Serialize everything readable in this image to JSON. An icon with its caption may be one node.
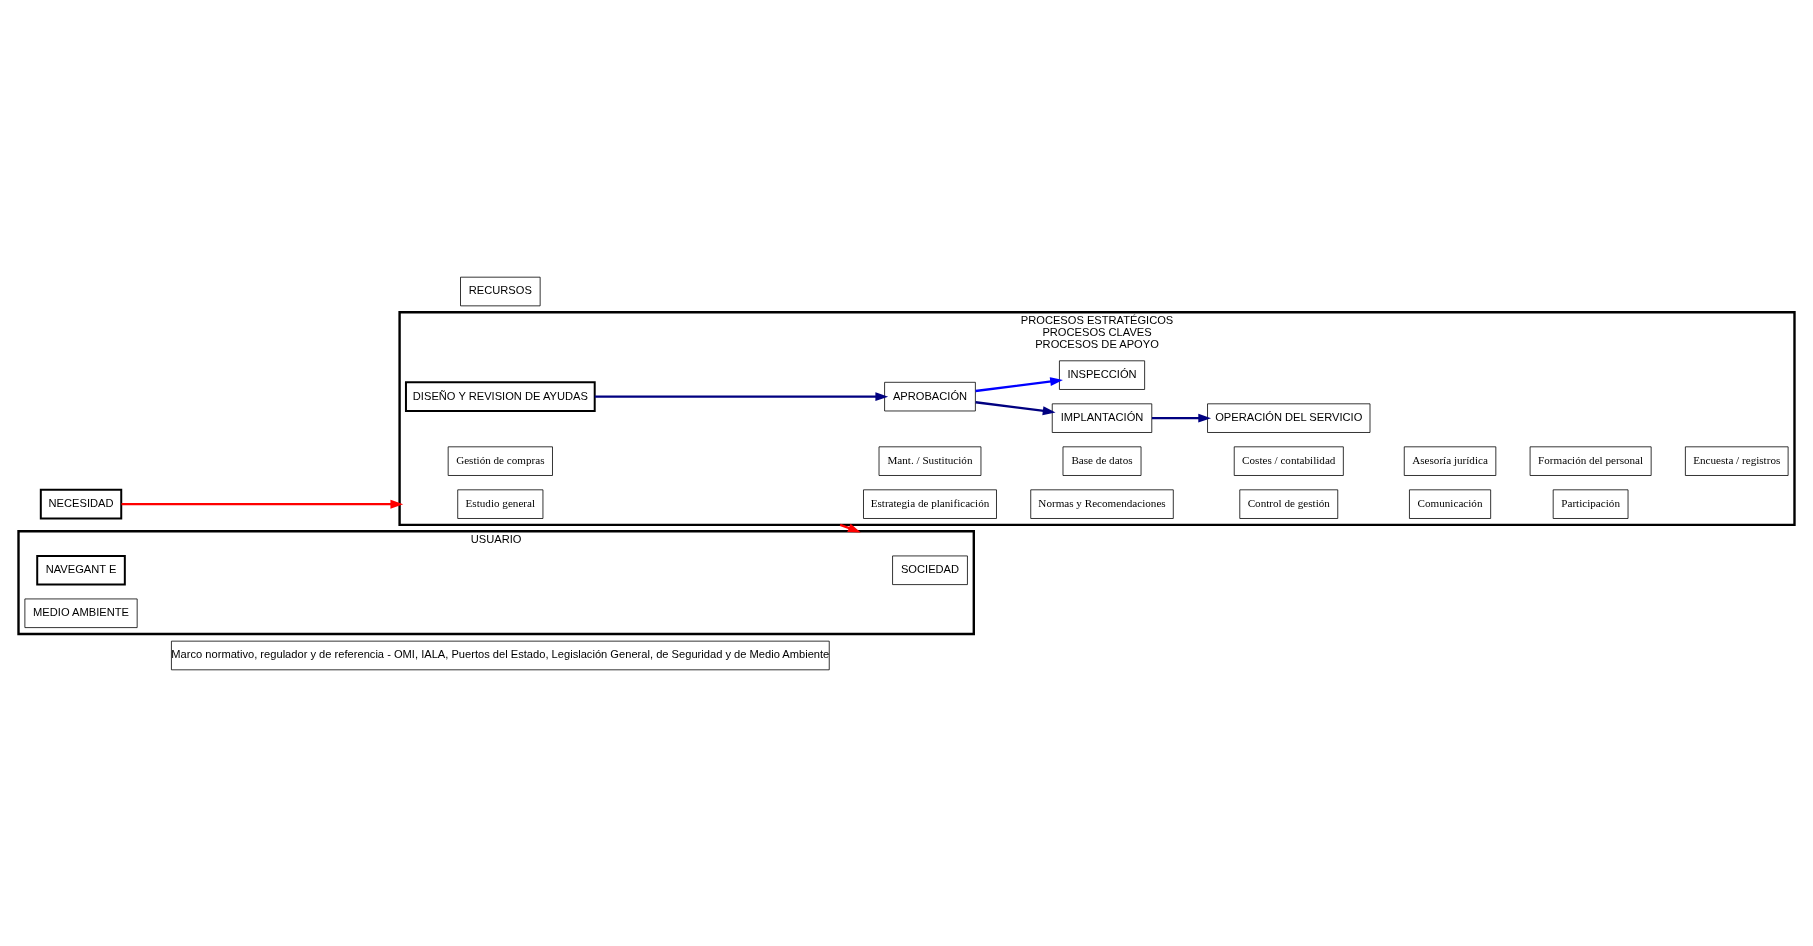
{
  "diagram": {
    "nodes": [
      {
        "text": [
          "Marco normativo, regulador y de referencia - OMI, IALA, Puertos del Estado, Legislación General, de Seguridad y de Medio Ambiente"
        ]
      },
      {
        "text": [
          "NECESIDAD"
        ]
      },
      {
        "text": [
          "PROCESOS ESTRATÉGICOS",
          "PROCESOS CLAVES",
          "PROCESOS DE APOYO"
        ]
      },
      {
        "text": [
          "Estudio general"
        ],
        "in": 2
      },
      {
        "text": [
          "Estrategia de planificación"
        ],
        "in": 2
      },
      {
        "text": [
          "Normas y Recomendaciones"
        ],
        "in": 2
      },
      {
        "text": [
          "Control de gestión"
        ],
        "in": 2
      },
      {
        "text": [
          "Comunicación"
        ],
        "in": 2
      },
      {
        "text": [
          "Participación"
        ],
        "in": 2
      },
      {
        "text": [
          "DISEÑO Y REVISION DE AYUDAS"
        ],
        "in": 2
      },
      {
        "text": [
          "APROBACIÓN"
        ],
        "in": 2
      },
      {
        "text": [
          "IMPLANTACIÓN"
        ],
        "in": 2
      },
      {
        "text": [
          "OPERACIÓN DEL SERVICIO"
        ],
        "in": 2
      },
      {
        "text": [
          "INSPECCIÓN"
        ],
        "in": 2
      },
      {
        "text": [
          "Gestión de compras"
        ],
        "in": 2
      },
      {
        "text": [
          "Mant. / Sustitución"
        ],
        "in": 2
      },
      {
        "text": [
          "Base de datos"
        ],
        "in": 2
      },
      {
        "text": [
          "Costes / contabilidad"
        ],
        "in": 2
      },
      {
        "text": [
          "Asesoría jurídica"
        ],
        "in": 2
      },
      {
        "text": [
          "Formación del personal"
        ],
        "in": 2
      },
      {
        "text": [
          "Encuesta / registros"
        ],
        "in": 2
      },
      {
        "text": [
          "USUARIO"
        ]
      },
      {
        "text": [
          "SOCIEDAD"
        ],
        "in": 21
      },
      {
        "text": [
          "NAVEGANT E"
        ],
        "in": 21
      },
      {
        "text": [
          "MEDIO AMBIENTE"
        ],
        "in": 21
      },
      {
        "text": [
          "RECURSOS"
        ]
      }
    ],
    "edges": [
      {
        "from": 1,
        "to": 2,
        "arrow": "to",
        "color": "#ff0000"
      },
      {
        "from": 9,
        "to": 10,
        "arrow": "to"
      },
      {
        "from": 10,
        "to": 11,
        "arrow": "to"
      },
      {
        "from": 10,
        "to": 13,
        "arrow": "to",
        "color": "#0000ff"
      },
      {
        "from": 11,
        "to": 12,
        "arrow": "to"
      },
      {
        "from": 2,
        "to": 21,
        "arrow": "to",
        "color": "#ff0000"
      }
    ]
  }
}
